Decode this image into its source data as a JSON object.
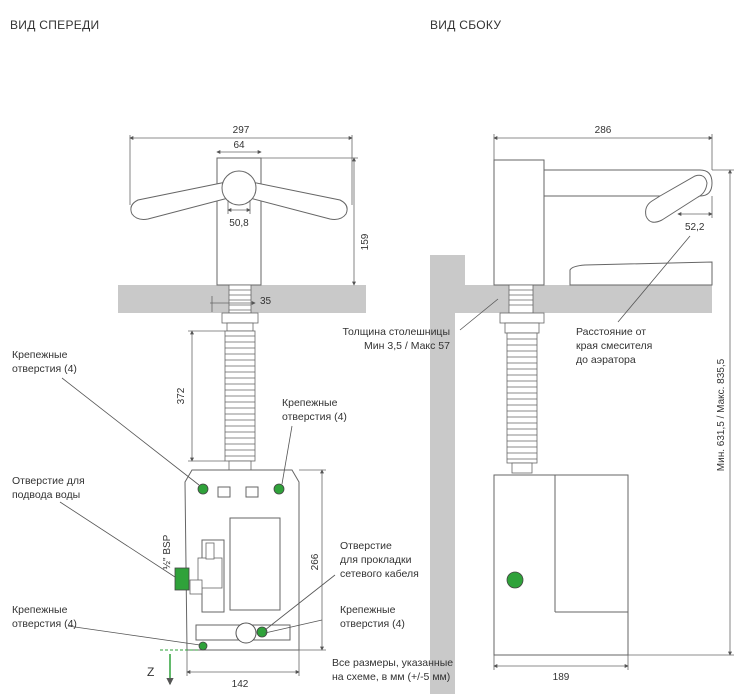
{
  "titles": {
    "front": "ВИД СПЕРЕДИ",
    "side": "ВИД СБОКУ"
  },
  "dims": {
    "front_width": "297",
    "front_body": "64",
    "front_boss": "50,8",
    "front_height": "159",
    "front_thread": "35",
    "front_hose": "372",
    "front_box_width": "142",
    "front_box_height": "266",
    "bsp": "½\" BSP",
    "side_width": "286",
    "side_spout": "52,2",
    "side_box_width": "189",
    "side_height": "Мин. 631,5 / Макс. 835,5",
    "z_label": "Z"
  },
  "labels": {
    "mount_top_left": "Крепежные\nотверстия (4)",
    "mount_top_right": "Крепежные\nотверстия (4)",
    "water_inlet": "Отверстие для\nподвода воды",
    "cable_hole": "Отверстие\nдля прокладки\nсетевого кабеля",
    "mount_bottom_left": "Крепежные\nотверстия (4)",
    "mount_bottom_right": "Крепежные\nотверстия (4)",
    "counter_thickness": "Толщина столешницы\nМин 3,5 / Макс 57",
    "aerator_distance": "Расстояние от\nкрая смесителя\nдо аэратора",
    "dimensions_note": "Все размеры, указанные\nна схеме, в мм (+/-5 мм)"
  },
  "colors": {
    "green": "#2fa23a",
    "counter": "#c9c9c9",
    "line": "#555555"
  }
}
